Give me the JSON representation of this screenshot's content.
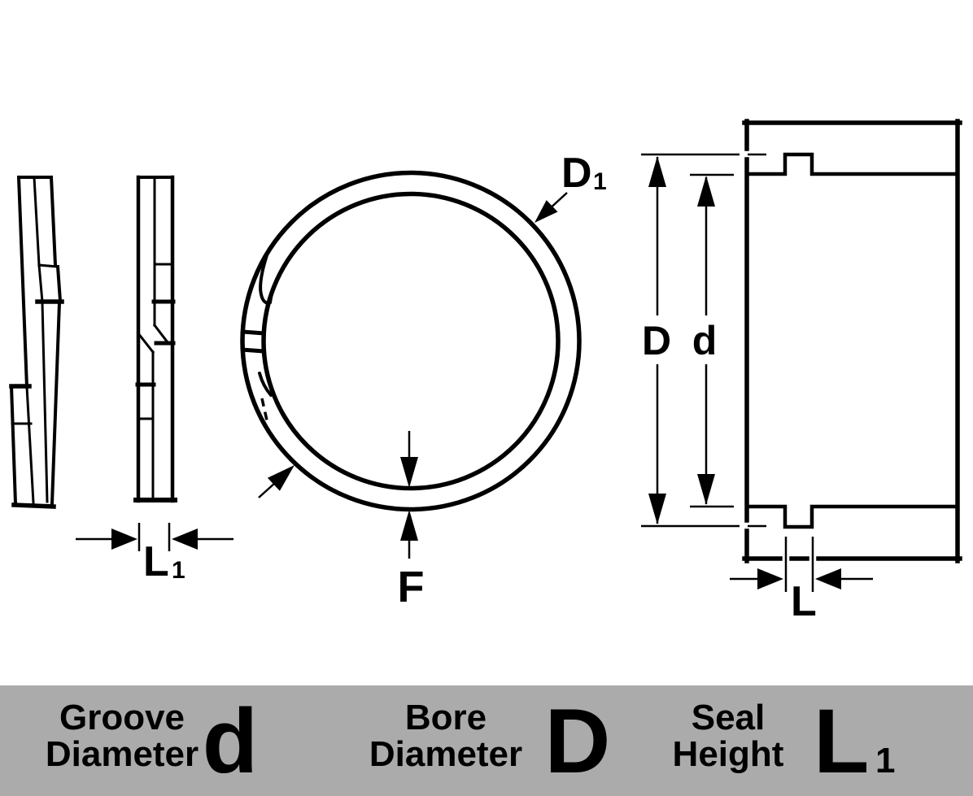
{
  "colors": {
    "ink": "#000000",
    "legend_background": "#ababab",
    "page_background": "#ffffff"
  },
  "dimension_labels": {
    "ring_free_outer_diameter": {
      "main": "D",
      "sub": "1"
    },
    "ring_radial_wall": "F",
    "housing_groove_dim": "D",
    "housing_bore_dim": "d",
    "housing_seal_height": "L",
    "ring_seal_height_free": {
      "main": "L",
      "sub": "1"
    }
  },
  "legend": {
    "items": [
      {
        "line1": "Groove",
        "line2": "Diameter",
        "symbol": "d",
        "symbol_sub": ""
      },
      {
        "line1": "Bore",
        "line2": "Diameter",
        "symbol": "D",
        "symbol_sub": ""
      },
      {
        "line1": "Seal",
        "line2": "Height",
        "symbol": "L",
        "symbol_sub": "1"
      }
    ]
  }
}
